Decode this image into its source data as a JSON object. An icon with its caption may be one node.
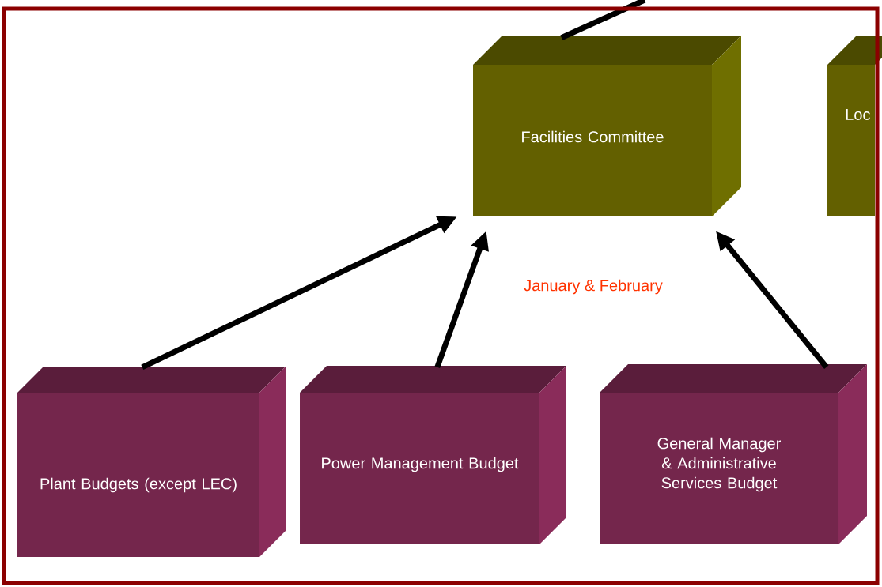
{
  "diagram": {
    "nodes": [
      {
        "text": [
          "Facilities Committee"
        ]
      },
      {
        "text": [
          "Loc"
        ]
      },
      {
        "text": [
          "Plant Budgets (except LEC)"
        ]
      },
      {
        "text": [
          "Power Management Budget"
        ]
      },
      {
        "text": [
          "General Manager & Administrative Services Budget"
        ]
      }
    ],
    "edges": [
      {
        "from": 2,
        "to": 0,
        "arrow": "to"
      },
      {
        "from": 3,
        "to": 0,
        "arrow": "to"
      },
      {
        "from": 4,
        "to": 0,
        "arrow": "to"
      },
      {
        "from": 0,
        "to": null,
        "arrow": "none"
      }
    ],
    "labels": [
      "January & February"
    ]
  }
}
